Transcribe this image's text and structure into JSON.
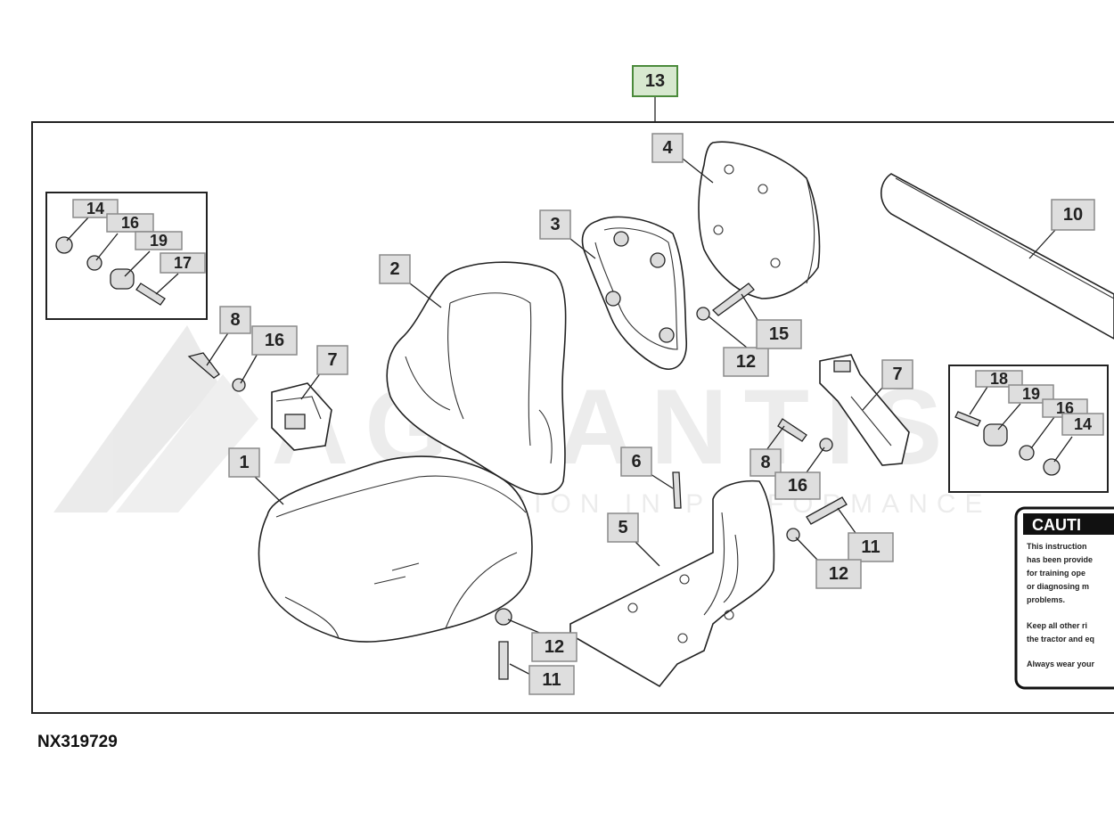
{
  "figure_id": "NX319729",
  "assembly_callout": "13",
  "callouts": [
    {
      "id": "1",
      "label": "1"
    },
    {
      "id": "2",
      "label": "2"
    },
    {
      "id": "3",
      "label": "3"
    },
    {
      "id": "4",
      "label": "4"
    },
    {
      "id": "5",
      "label": "5"
    },
    {
      "id": "6",
      "label": "6"
    },
    {
      "id": "7a",
      "label": "7"
    },
    {
      "id": "7b",
      "label": "7"
    },
    {
      "id": "8a",
      "label": "8"
    },
    {
      "id": "8b",
      "label": "8"
    },
    {
      "id": "10",
      "label": "10"
    },
    {
      "id": "11a",
      "label": "11"
    },
    {
      "id": "11b",
      "label": "11"
    },
    {
      "id": "12a",
      "label": "12"
    },
    {
      "id": "12b",
      "label": "12"
    },
    {
      "id": "12c",
      "label": "12"
    },
    {
      "id": "15",
      "label": "15"
    },
    {
      "id": "16a",
      "label": "16"
    },
    {
      "id": "16b",
      "label": "16"
    }
  ],
  "inset_left": [
    "14",
    "16",
    "19",
    "17"
  ],
  "inset_right": [
    "18",
    "19",
    "16",
    "14"
  ],
  "watermark": {
    "brand": "AGRANTIS",
    "tagline": "PRECISION IN PERFORMANCE"
  },
  "caution_label": {
    "heading": "CAUTI",
    "lines": [
      "This instruction",
      "has been provide",
      "for training ope",
      "or diagnosing m",
      "problems.",
      "Keep all other ri",
      "the tractor and eq",
      "Always wear your"
    ]
  },
  "colors": {
    "callout_fill": "#dedede",
    "assembly_fill": "#d7e8cf",
    "assembly_stroke": "#4b8a3b"
  }
}
